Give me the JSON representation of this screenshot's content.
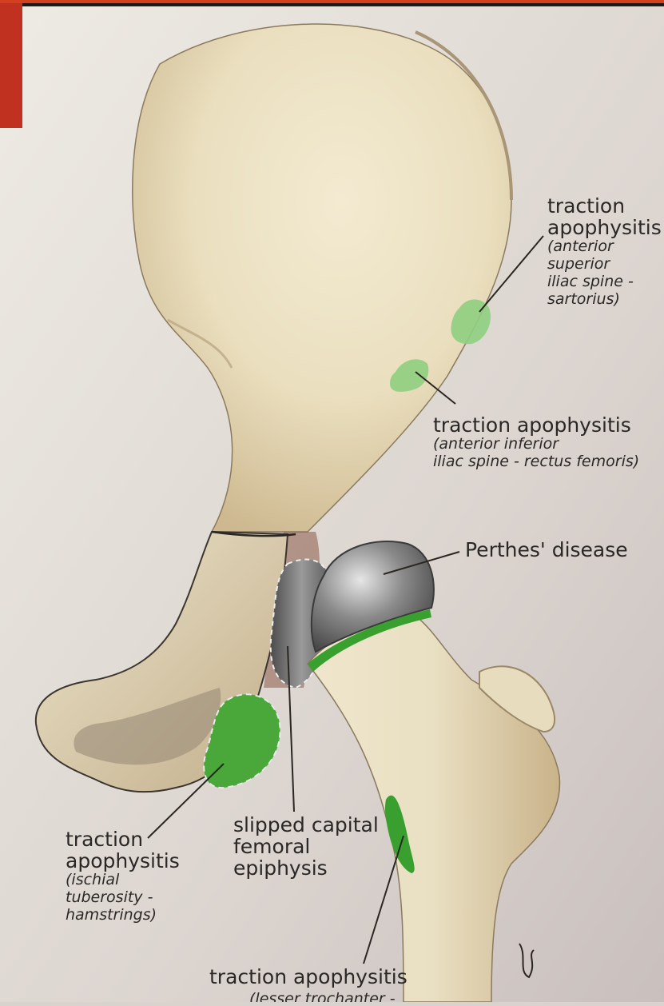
{
  "labels": {
    "asis": {
      "title_l1": "traction",
      "title_l2": "apophysitis",
      "detail": [
        "(anterior",
        "superior",
        "iliac spine -",
        "sartorius)"
      ]
    },
    "aiis": {
      "title": "traction apophysitis",
      "detail": [
        "(anterior inferior",
        "iliac spine - rectus femoris)"
      ]
    },
    "perthes": {
      "title": "Perthes' disease"
    },
    "scfe": {
      "lines": [
        "slipped capital",
        "femoral",
        "epiphysis"
      ]
    },
    "ischial": {
      "title_l1": "traction",
      "title_l2": "apophysitis",
      "detail": [
        "(ischial",
        "tuberosity -",
        "hamstrings)"
      ]
    },
    "lesser": {
      "title": "traction apophysitis",
      "detail": "(lesser trochanter -"
    }
  },
  "colors": {
    "page": "#ddd6d2",
    "bone": "#ece3c6",
    "bone_shade": "#c9b48c",
    "lesion_green": "#58b848",
    "dark_green": "#2f8f2a",
    "perthes_grey": "#707070",
    "outline": "#3b3530"
  }
}
